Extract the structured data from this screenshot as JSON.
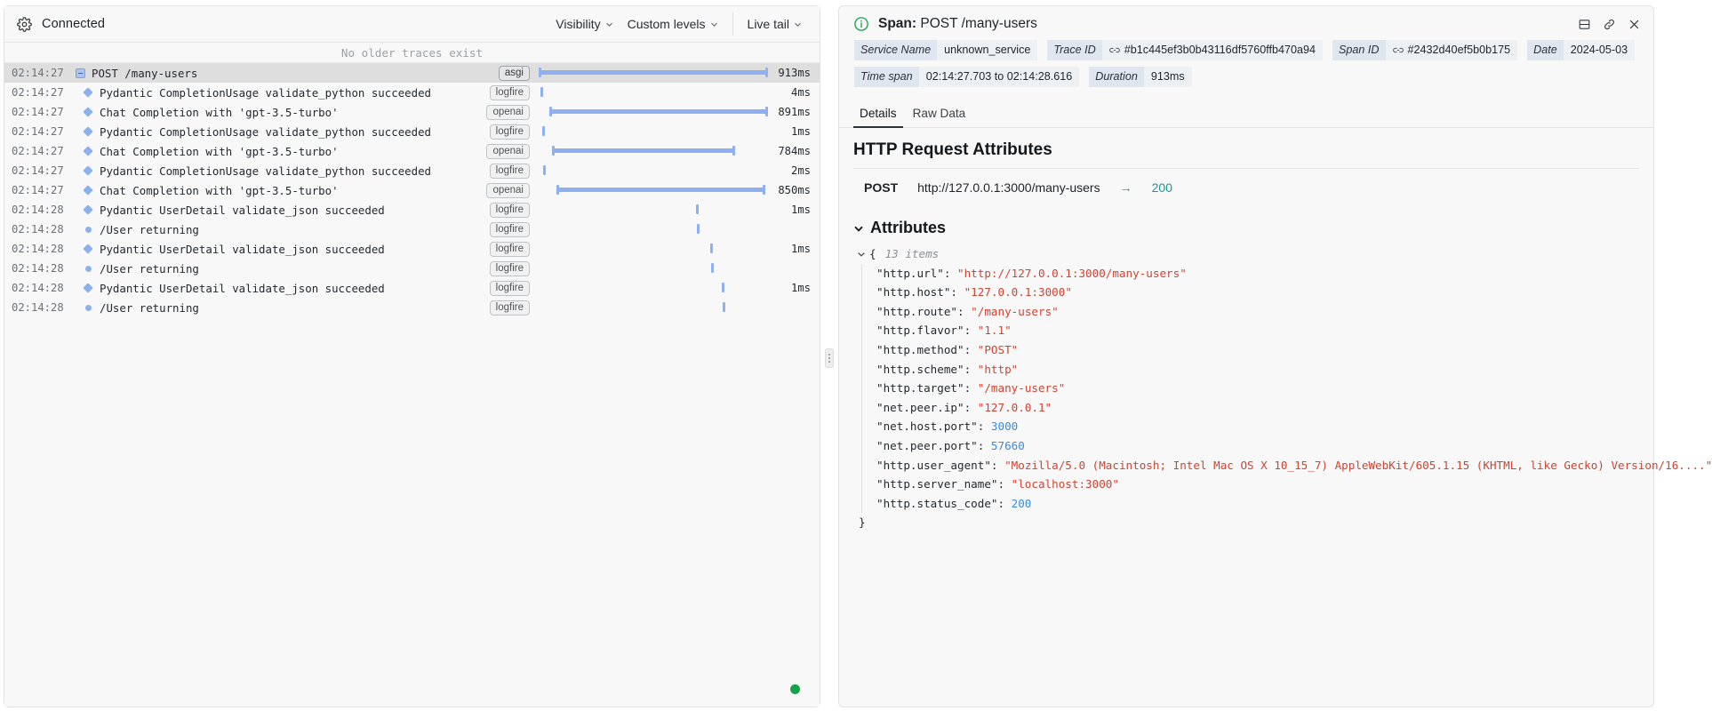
{
  "left_panel": {
    "toolbar": {
      "gear_icon": "gear-icon",
      "connection_status": "Connected",
      "visibility_label": "Visibility",
      "custom_levels_label": "Custom levels",
      "live_tail_label": "Live tail"
    },
    "empty_notice": "No older traces exist",
    "columns": [
      "timestamp",
      "marker",
      "name",
      "source",
      "timeline",
      "duration"
    ],
    "rows": [
      {
        "time": "02:14:27",
        "marker": "collapse-toggle",
        "name": "POST /many-users",
        "badge": "asgi",
        "duration": "913ms",
        "bar_start_pct": 0.0,
        "bar_width_pct": 100.0,
        "selected": true,
        "indent": 0
      },
      {
        "time": "02:14:27",
        "marker": "diamond",
        "name": "Pydantic CompletionUsage validate_python succeeded",
        "badge": "logfire",
        "duration": "4ms",
        "bar_start_pct": 0.8,
        "bar_width_pct": 1.2,
        "selected": false,
        "indent": 1
      },
      {
        "time": "02:14:27",
        "marker": "diamond",
        "name": "Chat Completion with 'gpt-3.5-turbo'",
        "badge": "openai",
        "duration": "891ms",
        "bar_start_pct": 4.6,
        "bar_width_pct": 95.4,
        "selected": false,
        "indent": 1
      },
      {
        "time": "02:14:27",
        "marker": "diamond",
        "name": "Pydantic CompletionUsage validate_python succeeded",
        "badge": "logfire",
        "duration": "1ms",
        "bar_start_pct": 1.6,
        "bar_width_pct": 1.4,
        "selected": false,
        "indent": 1
      },
      {
        "time": "02:14:27",
        "marker": "diamond",
        "name": "Chat Completion with 'gpt-3.5-turbo'",
        "badge": "openai",
        "duration": "784ms",
        "bar_start_pct": 5.8,
        "bar_width_pct": 80.0,
        "selected": false,
        "indent": 1
      },
      {
        "time": "02:14:27",
        "marker": "diamond",
        "name": "Pydantic CompletionUsage validate_python succeeded",
        "badge": "logfire",
        "duration": "2ms",
        "bar_start_pct": 1.8,
        "bar_width_pct": 1.4,
        "selected": false,
        "indent": 1
      },
      {
        "time": "02:14:27",
        "marker": "diamond",
        "name": "Chat Completion with 'gpt-3.5-turbo'",
        "badge": "openai",
        "duration": "850ms",
        "bar_start_pct": 7.8,
        "bar_width_pct": 91.0,
        "selected": false,
        "indent": 1
      },
      {
        "time": "02:14:28",
        "marker": "diamond",
        "name": "Pydantic UserDetail validate_json succeeded",
        "badge": "logfire",
        "duration": "1ms",
        "bar_start_pct": 68.5,
        "bar_width_pct": 1.4,
        "selected": false,
        "indent": 1
      },
      {
        "time": "02:14:28",
        "marker": "dot",
        "name": "/User returning",
        "badge": "logfire",
        "duration": "",
        "bar_start_pct": 68.8,
        "bar_width_pct": 1.4,
        "selected": false,
        "indent": 1
      },
      {
        "time": "02:14:28",
        "marker": "diamond",
        "name": "Pydantic UserDetail validate_json succeeded",
        "badge": "logfire",
        "duration": "1ms",
        "bar_start_pct": 74.8,
        "bar_width_pct": 1.4,
        "selected": false,
        "indent": 1
      },
      {
        "time": "02:14:28",
        "marker": "dot",
        "name": "/User returning",
        "badge": "logfire",
        "duration": "",
        "bar_start_pct": 75.1,
        "bar_width_pct": 1.4,
        "selected": false,
        "indent": 1
      },
      {
        "time": "02:14:28",
        "marker": "diamond",
        "name": "Pydantic UserDetail validate_json succeeded",
        "badge": "logfire",
        "duration": "1ms",
        "bar_start_pct": 80.0,
        "bar_width_pct": 1.4,
        "selected": false,
        "indent": 1
      },
      {
        "time": "02:14:28",
        "marker": "dot",
        "name": "/User returning",
        "badge": "logfire",
        "duration": "",
        "bar_start_pct": 80.3,
        "bar_width_pct": 1.4,
        "selected": false,
        "indent": 1
      }
    ],
    "live_indicator_color": "#15a34a"
  },
  "right_panel": {
    "header": {
      "info_icon": "info-circle-icon",
      "title_prefix": "Span:",
      "title_value": "POST /many-users",
      "actions": [
        "panel-layout-icon",
        "copy-link-icon",
        "close-icon"
      ]
    },
    "meta": {
      "service_name_key": "Service Name",
      "service_name_value": "unknown_service",
      "trace_id_key": "Trace ID",
      "trace_id_value": "#b1c445ef3b0b43116df5760ffb470a94",
      "span_id_key": "Span ID",
      "span_id_value": "#2432d40ef5b0b175",
      "date_key": "Date",
      "date_value": "2024-05-03",
      "time_span_key": "Time span",
      "time_span_value": "02:14:27.703 to 02:14:28.616",
      "duration_key": "Duration",
      "duration_value": "913ms"
    },
    "tabs": [
      {
        "label": "Details",
        "active": true
      },
      {
        "label": "Raw Data",
        "active": false
      }
    ],
    "http_section": {
      "title": "HTTP Request Attributes",
      "method": "POST",
      "url": "http://127.0.0.1:3000/many-users",
      "arrow": "→",
      "status": "200",
      "status_color": "#119a9a"
    },
    "attributes": {
      "heading": "Attributes",
      "open_brace": "{",
      "close_brace": "}",
      "item_count": "13 items",
      "entries": [
        {
          "key": "\"http.url\"",
          "value": "\"http://127.0.0.1:3000/many-users\"",
          "type": "string"
        },
        {
          "key": "\"http.host\"",
          "value": "\"127.0.0.1:3000\"",
          "type": "string"
        },
        {
          "key": "\"http.route\"",
          "value": "\"/many-users\"",
          "type": "string"
        },
        {
          "key": "\"http.flavor\"",
          "value": "\"1.1\"",
          "type": "string"
        },
        {
          "key": "\"http.method\"",
          "value": "\"POST\"",
          "type": "string"
        },
        {
          "key": "\"http.scheme\"",
          "value": "\"http\"",
          "type": "string"
        },
        {
          "key": "\"http.target\"",
          "value": "\"/many-users\"",
          "type": "string"
        },
        {
          "key": "\"net.peer.ip\"",
          "value": "\"127.0.0.1\"",
          "type": "string"
        },
        {
          "key": "\"net.host.port\"",
          "value": "3000",
          "type": "number"
        },
        {
          "key": "\"net.peer.port\"",
          "value": "57660",
          "type": "number"
        },
        {
          "key": "\"http.user_agent\"",
          "value": "\"Mozilla/5.0 (Macintosh; Intel Mac OS X 10_15_7) AppleWebKit/605.1.15 (KHTML, like Gecko) Version/16....\"",
          "type": "string"
        },
        {
          "key": "\"http.server_name\"",
          "value": "\"localhost:3000\"",
          "type": "string"
        },
        {
          "key": "\"http.status_code\"",
          "value": "200",
          "type": "number"
        }
      ]
    }
  }
}
